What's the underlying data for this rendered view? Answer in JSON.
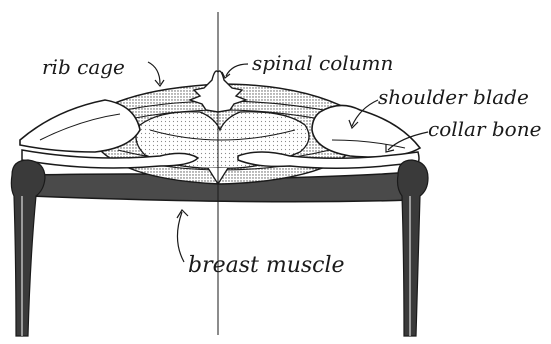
{
  "figure": {
    "labels": {
      "rib_cage": "rib cage",
      "spinal_column": "spinal column",
      "shoulder_blade": "shoulder blade",
      "collar_bone": "collar bone",
      "breast_muscle": "breast muscle"
    },
    "colors": {
      "ink": "#1a1a1a",
      "muscle": "#4a4a4a",
      "stipple": "#cfcfcf",
      "background": "#ffffff"
    }
  }
}
